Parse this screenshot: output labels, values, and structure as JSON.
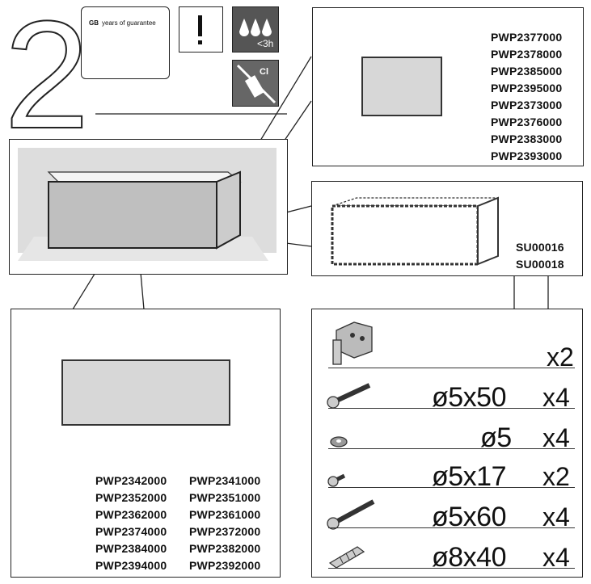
{
  "guarantee": {
    "years": "2",
    "country": "GB",
    "text": "years of guarantee"
  },
  "icons": {
    "warning": "exclamation-warning-icon",
    "drying": "drying-time-icon",
    "drying_label": "<3h",
    "no_chlorine": "no-chlorine-cleaner-icon",
    "chlorine_label": "Cl"
  },
  "end_panel_codes": [
    "PWP2377000",
    "PWP2378000",
    "PWP2385000",
    "PWP2395000",
    "PWP2373000",
    "PWP2376000",
    "PWP2383000",
    "PWP2393000"
  ],
  "support_codes": [
    "SU00016",
    "SU00018"
  ],
  "front_panel_codes": {
    "left": [
      "PWP2342000",
      "PWP2352000",
      "PWP2362000",
      "PWP2374000",
      "PWP2384000",
      "PWP2394000"
    ],
    "right": [
      "PWP2341000",
      "PWP2351000",
      "PWP2361000",
      "PWP2372000",
      "PWP2382000",
      "PWP2392000"
    ]
  },
  "hardware": [
    {
      "icon": "bracket-icon",
      "size": "",
      "qty": "x2"
    },
    {
      "icon": "screw-icon",
      "size": "ø5x50",
      "qty": "x4"
    },
    {
      "icon": "washer-icon",
      "size": "ø5",
      "qty": "x4"
    },
    {
      "icon": "short-screw-icon",
      "size": "ø5x17",
      "qty": "x2"
    },
    {
      "icon": "long-screw-icon",
      "size": "ø5x60",
      "qty": "x4"
    },
    {
      "icon": "wall-plug-icon",
      "size": "ø8x40",
      "qty": "x4"
    }
  ]
}
